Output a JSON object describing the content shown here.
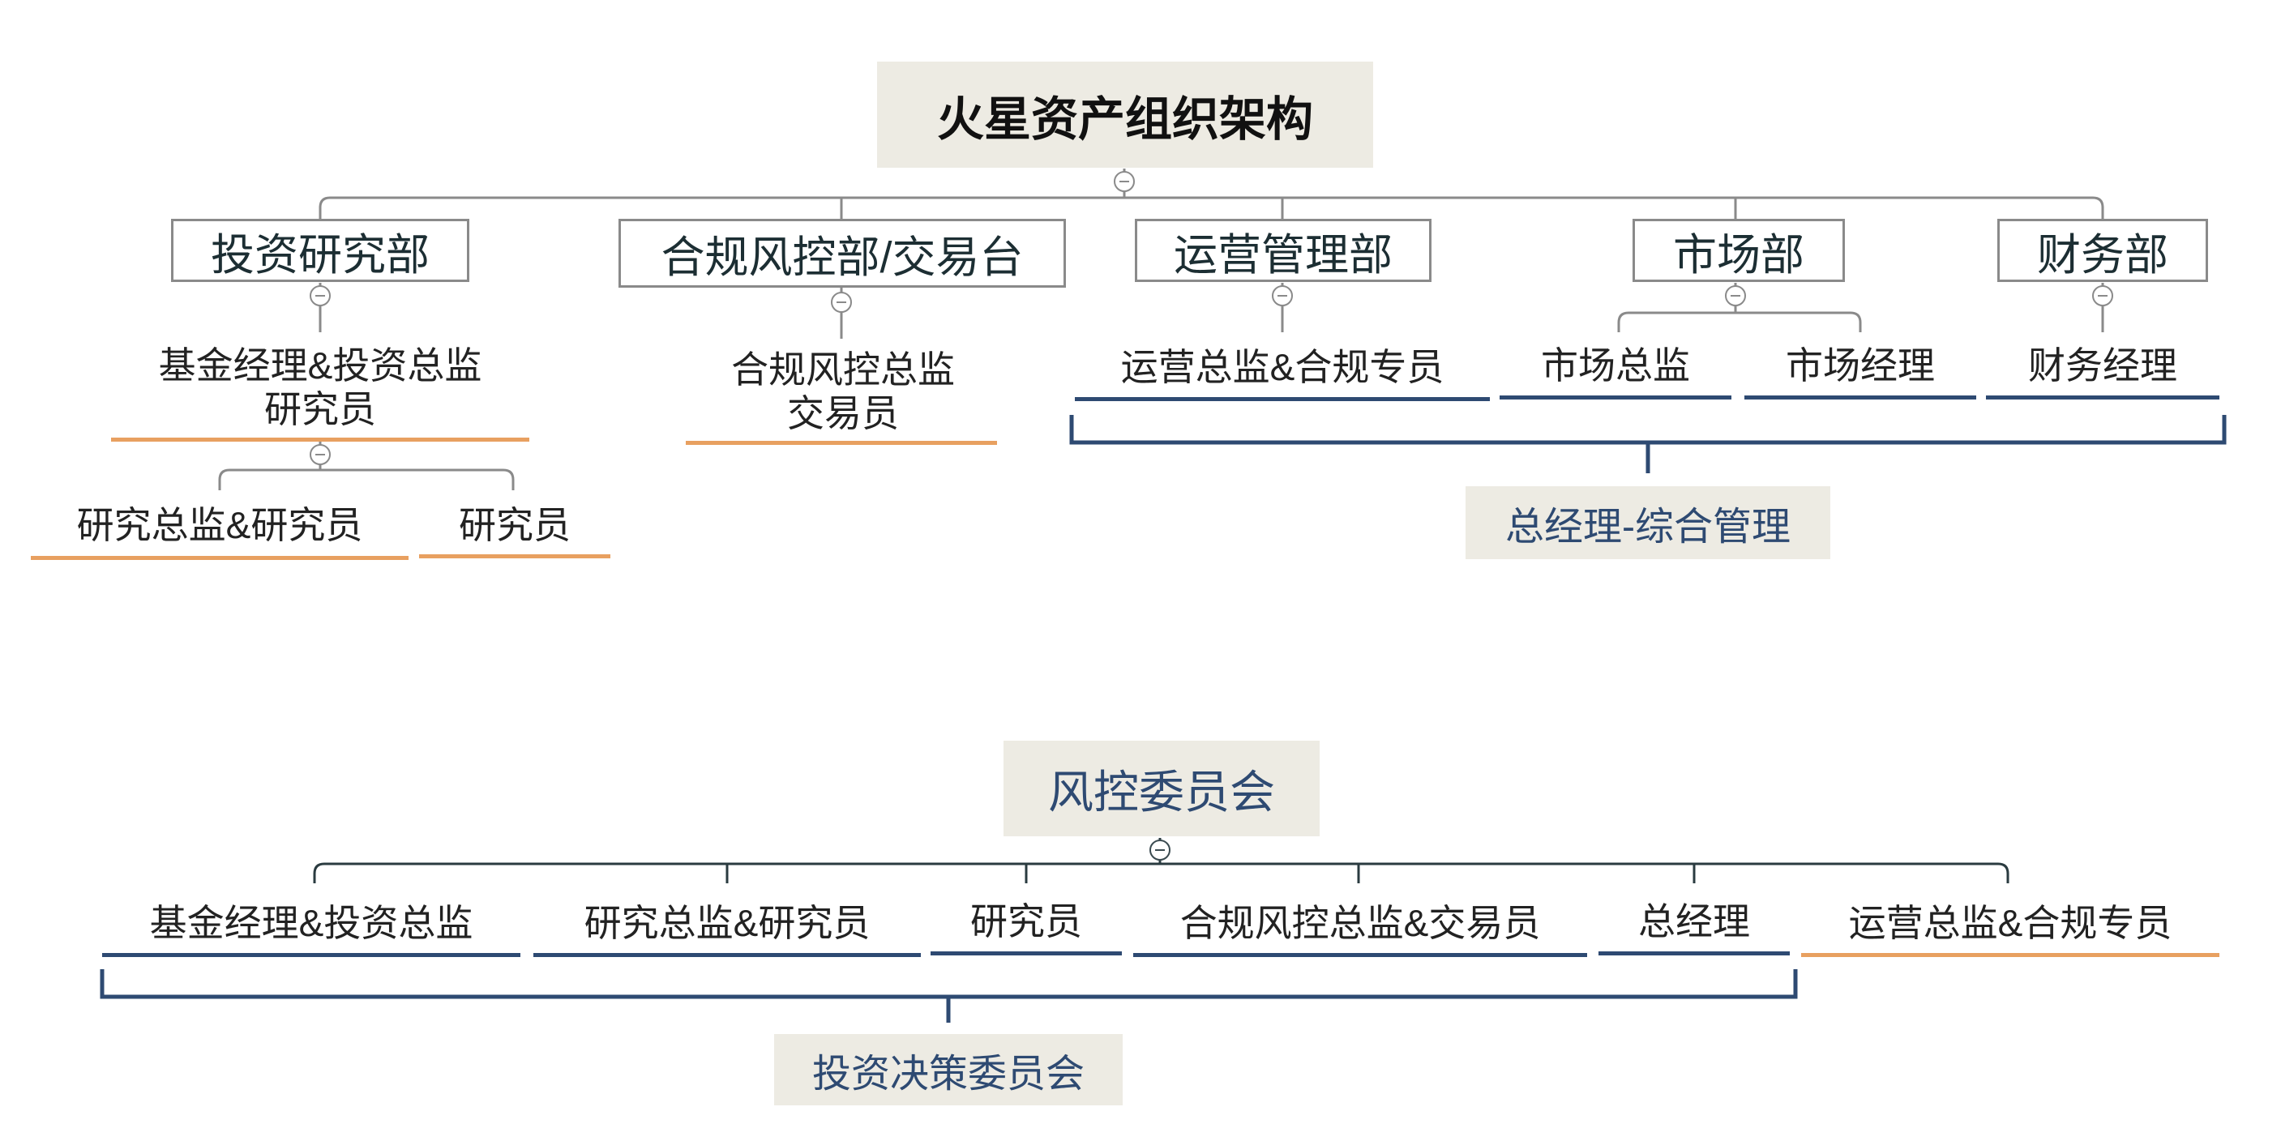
{
  "top": {
    "root": "火星资产组织架构",
    "departments": [
      {
        "label": "投资研究部"
      },
      {
        "label": "合规风控部/交易台"
      },
      {
        "label": "运营管理部"
      },
      {
        "label": "市场部"
      },
      {
        "label": "财务部"
      }
    ],
    "invest": {
      "role_line1": "基金经理&投资总监",
      "role_line2": "研究员",
      "sub_roles": [
        "研究总监&研究员",
        "研究员"
      ]
    },
    "compliance": {
      "role_line1": "合规风控总监",
      "role_line2": "交易员"
    },
    "operations_role": "运营总监&合规专员",
    "market_roles": [
      "市场总监",
      "市场经理"
    ],
    "finance_role": "财务经理",
    "gm_label": "总经理-综合管理"
  },
  "committee": {
    "risk_title": "风控委员会",
    "members": [
      "基金经理&投资总监",
      "研究总监&研究员",
      "研究员",
      "合规风控总监&交易员",
      "总经理",
      "运营总监&合规专员"
    ],
    "investment_committee": "投资决策委员会"
  },
  "colors": {
    "orange_underline": "#e8a060",
    "navy": "#2e4a72",
    "node_fill": "#edebe3",
    "connector": "#8a8a8a"
  }
}
